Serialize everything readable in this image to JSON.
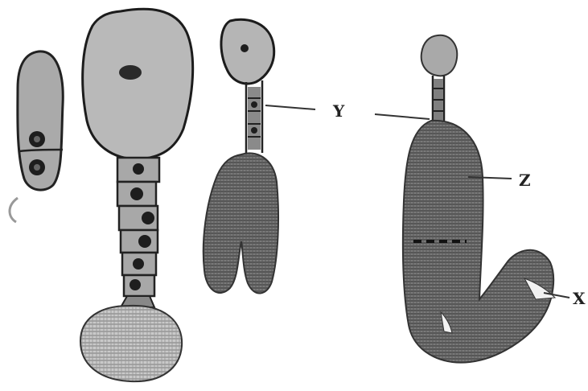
{
  "labels": {
    "y": "Y",
    "z": "Z",
    "x": "X"
  }
}
